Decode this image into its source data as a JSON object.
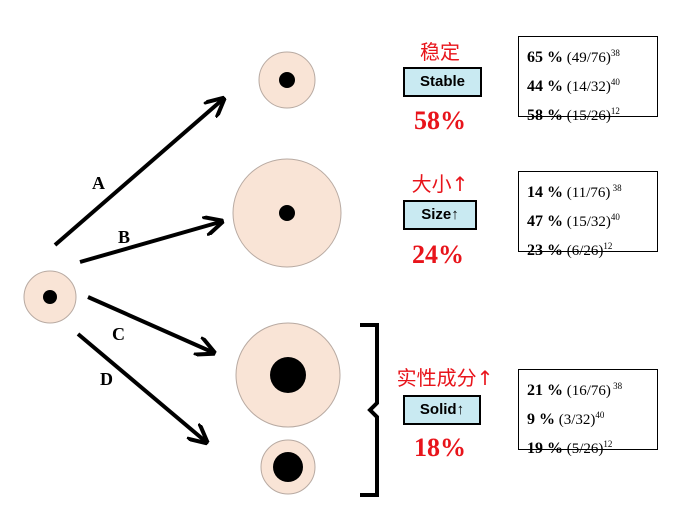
{
  "paths": {
    "a": "A",
    "b": "B",
    "c": "C",
    "d": "D"
  },
  "outcomes": [
    {
      "chinese": "稳定",
      "tag": "Stable",
      "percent": "58%",
      "refs": [
        {
          "pct": "65 %",
          "frac": "(49/76)",
          "sup": "38"
        },
        {
          "pct": "44 %",
          "frac": "(14/32)",
          "sup": "40"
        },
        {
          "pct": "58 %",
          "frac": "(15/26)",
          "sup": "12"
        }
      ]
    },
    {
      "chinese": "大小↑",
      "tag": "Size↑",
      "percent": "24%",
      "refs": [
        {
          "pct": "14 %",
          "frac": "(11/76)",
          "sup": " 38"
        },
        {
          "pct": "47 %",
          "frac": "(15/32)",
          "sup": "40"
        },
        {
          "pct": "23 %",
          "frac": "(6/26)",
          "sup": "12"
        }
      ]
    },
    {
      "chinese": "实性成分↑",
      "tag": "Solid↑",
      "percent": "18%",
      "refs": [
        {
          "pct": "21 %",
          "frac": "(16/76)",
          "sup": " 38"
        },
        {
          "pct": "9 %",
          "frac": "(3/32)",
          "sup": "40"
        },
        {
          "pct": "19 %",
          "frac": "(5/26)",
          "sup": "12"
        }
      ]
    }
  ],
  "colors": {
    "nodule_halo": "#f9e4d6",
    "nodule_core": "#000000",
    "accent_red": "#e8141b",
    "tag_fill": "#c9eaf2"
  }
}
